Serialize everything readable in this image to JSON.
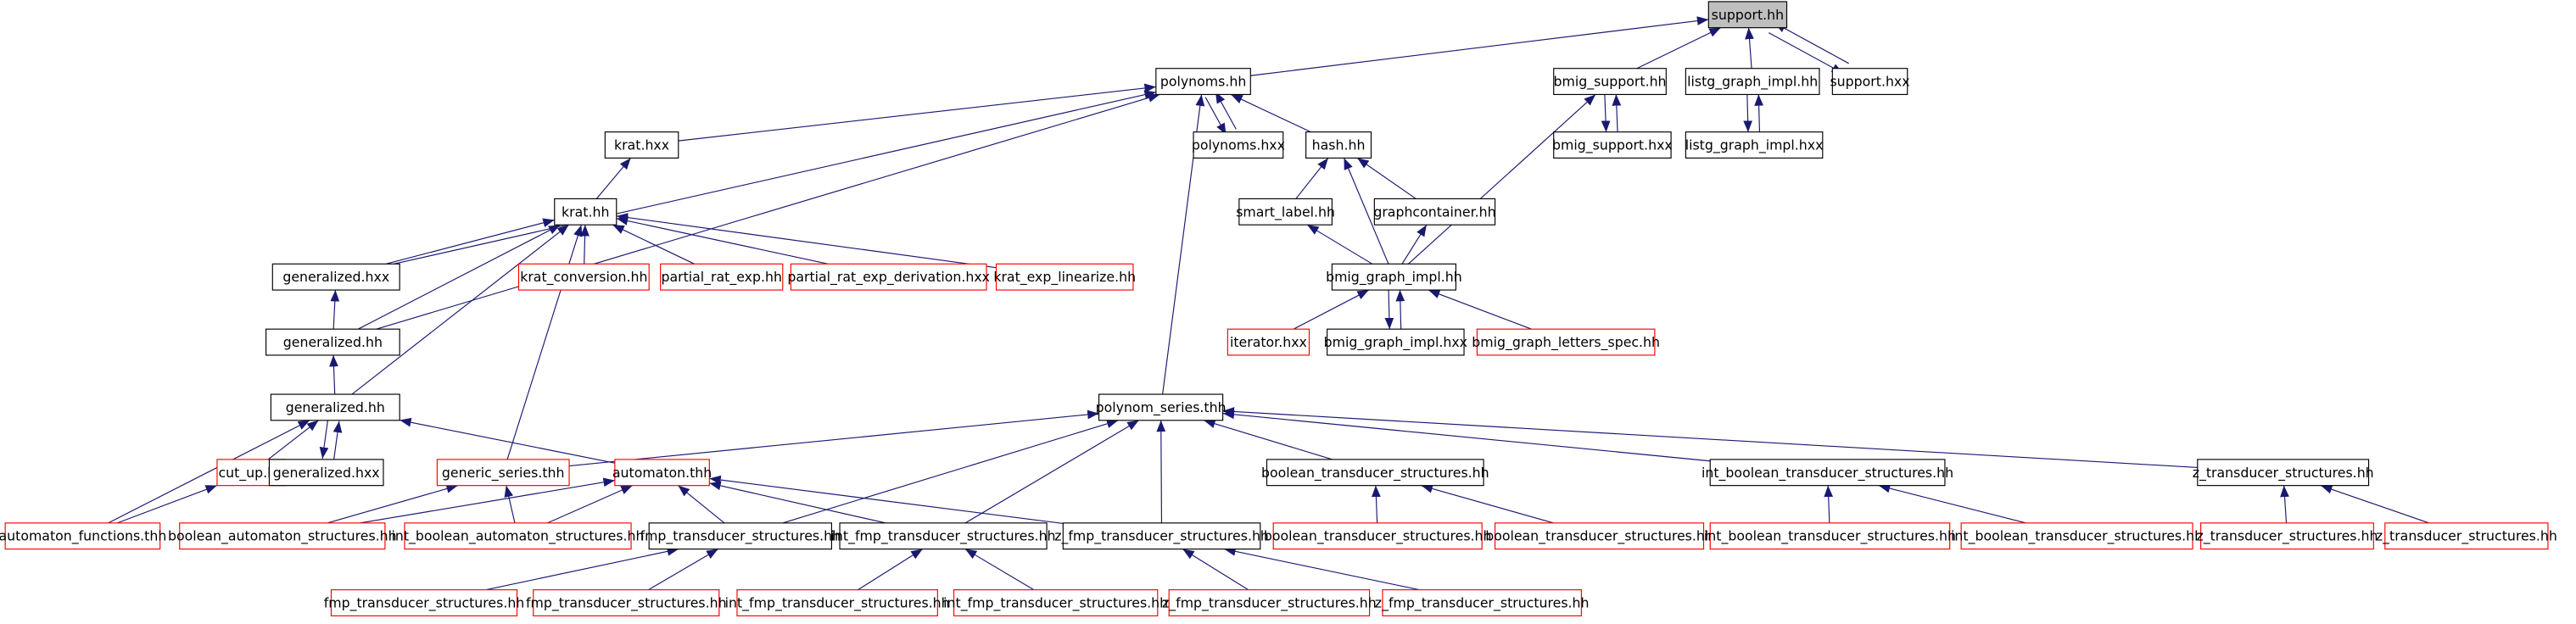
{
  "colors": {
    "edge": "#191970",
    "truncated_border": "#ff0000",
    "current_fill": "#bfbfbf"
  },
  "nodes": [
    {
      "id": "support_hh",
      "label": "support.hh",
      "style": "current"
    },
    {
      "id": "polynoms_hh",
      "label": "polynoms.hh",
      "style": "normal"
    },
    {
      "id": "bmig_support_hh",
      "label": "bmig_support.hh",
      "style": "normal"
    },
    {
      "id": "listg_graph_impl_hh",
      "label": "listg_graph_impl.hh",
      "style": "normal"
    },
    {
      "id": "support_hxx",
      "label": "support.hxx",
      "style": "normal"
    },
    {
      "id": "krat_hxx",
      "label": "krat.hxx",
      "style": "normal"
    },
    {
      "id": "polynoms_hxx",
      "label": "polynoms.hxx",
      "style": "normal"
    },
    {
      "id": "hash_hh",
      "label": "hash.hh",
      "style": "normal"
    },
    {
      "id": "bmig_support_hxx",
      "label": "bmig_support.hxx",
      "style": "normal"
    },
    {
      "id": "listg_graph_impl_hxx",
      "label": "listg_graph_impl.hxx",
      "style": "normal"
    },
    {
      "id": "krat_hh",
      "label": "krat.hh",
      "style": "normal"
    },
    {
      "id": "smart_label_hh",
      "label": "smart_label.hh",
      "style": "normal"
    },
    {
      "id": "graphcontainer_hh",
      "label": "graphcontainer.hh",
      "style": "normal"
    },
    {
      "id": "generalized_hxx_1",
      "label": "generalized.hxx",
      "style": "normal"
    },
    {
      "id": "krat_conversion_hh",
      "label": "krat_conversion.hh",
      "style": "truncated"
    },
    {
      "id": "partial_rat_exp_hh",
      "label": "partial_rat_exp.hh",
      "style": "truncated"
    },
    {
      "id": "partial_rat_exp_derivation_hxx",
      "label": "partial_rat_exp_derivation.hxx",
      "style": "truncated"
    },
    {
      "id": "krat_exp_linearize_hh",
      "label": "krat_exp_linearize.hh",
      "style": "truncated"
    },
    {
      "id": "bmig_graph_impl_hh",
      "label": "bmig_graph_impl.hh",
      "style": "normal"
    },
    {
      "id": "generalized_hh_2",
      "label": "generalized.hh",
      "style": "normal"
    },
    {
      "id": "iterator_hxx",
      "label": "iterator.hxx",
      "style": "truncated"
    },
    {
      "id": "bmig_graph_impl_hxx",
      "label": "bmig_graph_impl.hxx",
      "style": "normal"
    },
    {
      "id": "bmig_graph_letters_spec_hh",
      "label": "bmig_graph_letters_spec.hh",
      "style": "truncated"
    },
    {
      "id": "generalized_hh_3",
      "label": "generalized.hh",
      "style": "normal"
    },
    {
      "id": "polynom_series_thh",
      "label": "polynom_series.thh",
      "style": "normal"
    },
    {
      "id": "cut_up_hh",
      "label": "cut_up.hh",
      "style": "truncated"
    },
    {
      "id": "generalized_hxx_2",
      "label": "generalized.hxx",
      "style": "normal"
    },
    {
      "id": "generic_series_thh",
      "label": "generic_series.thh",
      "style": "truncated"
    },
    {
      "id": "automaton_thh",
      "label": "automaton.thh",
      "style": "truncated"
    },
    {
      "id": "boolean_transducer_structures_hh",
      "label": "boolean_transducer_structures.hh",
      "style": "normal"
    },
    {
      "id": "int_boolean_transducer_structures_hh",
      "label": "int_boolean_transducer_structures.hh",
      "style": "normal"
    },
    {
      "id": "z_transducer_structures_hh",
      "label": "z_transducer_structures.hh",
      "style": "normal"
    },
    {
      "id": "automaton_functions_thh",
      "label": "automaton_functions.thh",
      "style": "truncated"
    },
    {
      "id": "boolean_automaton_structures_hh",
      "label": "boolean_automaton_structures.hh",
      "style": "truncated"
    },
    {
      "id": "int_boolean_automaton_structures_hh",
      "label": "int_boolean_automaton_structures.hh",
      "style": "truncated"
    },
    {
      "id": "fmp_transducer_structures_hh",
      "label": "fmp_transducer_structures.hh",
      "style": "normal"
    },
    {
      "id": "int_fmp_transducer_structures_hh",
      "label": "int_fmp_transducer_structures.hh",
      "style": "normal"
    },
    {
      "id": "z_fmp_transducer_structures_hh",
      "label": "z_fmp_transducer_structures.hh",
      "style": "normal"
    },
    {
      "id": "bts_r1",
      "label": "boolean_transducer_structures.hh",
      "style": "truncated"
    },
    {
      "id": "bts_r2",
      "label": "boolean_transducer_structures.hh",
      "style": "truncated"
    },
    {
      "id": "ibts_r1",
      "label": "int_boolean_transducer_structures.hh",
      "style": "truncated"
    },
    {
      "id": "ibts_r2",
      "label": "int_boolean_transducer_structures.hh",
      "style": "truncated"
    },
    {
      "id": "zts_r1",
      "label": "z_transducer_structures.hh",
      "style": "truncated"
    },
    {
      "id": "zts_r2",
      "label": "z_transducer_structures.hh",
      "style": "truncated"
    },
    {
      "id": "fmp_r1",
      "label": "fmp_transducer_structures.hh",
      "style": "truncated"
    },
    {
      "id": "fmp_r2",
      "label": "fmp_transducer_structures.hh",
      "style": "truncated"
    },
    {
      "id": "ifmp_r1",
      "label": "int_fmp_transducer_structures.hh",
      "style": "truncated"
    },
    {
      "id": "ifmp_r2",
      "label": "int_fmp_transducer_structures.hh",
      "style": "truncated"
    },
    {
      "id": "zfmp_r1",
      "label": "z_fmp_transducer_structures.hh",
      "style": "truncated"
    },
    {
      "id": "zfmp_r2",
      "label": "z_fmp_transducer_structures.hh",
      "style": "truncated"
    }
  ],
  "edges": [
    [
      "polynoms_hh",
      "support_hh"
    ],
    [
      "bmig_support_hh",
      "support_hh"
    ],
    [
      "listg_graph_impl_hh",
      "support_hh"
    ],
    [
      "support_hxx",
      "support_hh"
    ],
    [
      "support_hh",
      "support_hxx"
    ],
    [
      "krat_hxx",
      "polynoms_hh"
    ],
    [
      "polynoms_hxx",
      "polynoms_hh"
    ],
    [
      "polynoms_hh",
      "polynoms_hxx"
    ],
    [
      "hash_hh",
      "polynoms_hh"
    ],
    [
      "generalized_hxx_1",
      "polynoms_hh"
    ],
    [
      "generalized_hh_2",
      "polynoms_hh"
    ],
    [
      "polynom_series_thh",
      "polynoms_hh"
    ],
    [
      "bmig_support_hxx",
      "bmig_support_hh"
    ],
    [
      "bmig_support_hh",
      "bmig_support_hxx"
    ],
    [
      "bmig_graph_impl_hh",
      "bmig_support_hh"
    ],
    [
      "listg_graph_impl_hxx",
      "listg_graph_impl_hh"
    ],
    [
      "listg_graph_impl_hh",
      "listg_graph_impl_hxx"
    ],
    [
      "krat_hh",
      "krat_hxx"
    ],
    [
      "smart_label_hh",
      "hash_hh"
    ],
    [
      "graphcontainer_hh",
      "hash_hh"
    ],
    [
      "bmig_graph_impl_hh",
      "hash_hh"
    ],
    [
      "generalized_hxx_1",
      "krat_hh"
    ],
    [
      "generalized_hh_2",
      "krat_hh"
    ],
    [
      "generalized_hh_3",
      "krat_hh"
    ],
    [
      "krat_conversion_hh",
      "krat_hh"
    ],
    [
      "partial_rat_exp_hh",
      "krat_hh"
    ],
    [
      "partial_rat_exp_derivation_hxx",
      "krat_hh"
    ],
    [
      "krat_exp_linearize_hh",
      "krat_hh"
    ],
    [
      "generic_series_thh",
      "krat_hh"
    ],
    [
      "bmig_graph_impl_hh",
      "smart_label_hh"
    ],
    [
      "bmig_graph_impl_hh",
      "graphcontainer_hh"
    ],
    [
      "generalized_hh_2",
      "generalized_hxx_1"
    ],
    [
      "iterator_hxx",
      "bmig_graph_impl_hh"
    ],
    [
      "bmig_graph_impl_hxx",
      "bmig_graph_impl_hh"
    ],
    [
      "bmig_graph_impl_hh",
      "bmig_graph_impl_hxx"
    ],
    [
      "bmig_graph_letters_spec_hh",
      "bmig_graph_impl_hh"
    ],
    [
      "generalized_hh_3",
      "generalized_hh_2"
    ],
    [
      "cut_up_hh",
      "generalized_hh_3"
    ],
    [
      "generalized_hxx_2",
      "generalized_hh_3"
    ],
    [
      "generalized_hh_3",
      "generalized_hxx_2"
    ],
    [
      "automaton_thh",
      "generalized_hh_3"
    ],
    [
      "automaton_functions_thh",
      "generalized_hh_3"
    ],
    [
      "generic_series_thh",
      "polynom_series_thh"
    ],
    [
      "boolean_transducer_structures_hh",
      "polynom_series_thh"
    ],
    [
      "int_boolean_transducer_structures_hh",
      "polynom_series_thh"
    ],
    [
      "z_transducer_structures_hh",
      "polynom_series_thh"
    ],
    [
      "fmp_transducer_structures_hh",
      "polynom_series_thh"
    ],
    [
      "int_fmp_transducer_structures_hh",
      "polynom_series_thh"
    ],
    [
      "z_fmp_transducer_structures_hh",
      "polynom_series_thh"
    ],
    [
      "automaton_functions_thh",
      "cut_up_hh"
    ],
    [
      "boolean_automaton_structures_hh",
      "generic_series_thh"
    ],
    [
      "int_boolean_automaton_structures_hh",
      "generic_series_thh"
    ],
    [
      "boolean_automaton_structures_hh",
      "automaton_thh"
    ],
    [
      "int_boolean_automaton_structures_hh",
      "automaton_thh"
    ],
    [
      "fmp_transducer_structures_hh",
      "automaton_thh"
    ],
    [
      "int_fmp_transducer_structures_hh",
      "automaton_thh"
    ],
    [
      "z_fmp_transducer_structures_hh",
      "automaton_thh"
    ],
    [
      "bts_r1",
      "boolean_transducer_structures_hh"
    ],
    [
      "bts_r2",
      "boolean_transducer_structures_hh"
    ],
    [
      "ibts_r1",
      "int_boolean_transducer_structures_hh"
    ],
    [
      "ibts_r2",
      "int_boolean_transducer_structures_hh"
    ],
    [
      "zts_r1",
      "z_transducer_structures_hh"
    ],
    [
      "zts_r2",
      "z_transducer_structures_hh"
    ],
    [
      "fmp_r1",
      "fmp_transducer_structures_hh"
    ],
    [
      "fmp_r2",
      "fmp_transducer_structures_hh"
    ],
    [
      "ifmp_r1",
      "int_fmp_transducer_structures_hh"
    ],
    [
      "ifmp_r2",
      "int_fmp_transducer_structures_hh"
    ],
    [
      "zfmp_r1",
      "z_fmp_transducer_structures_hh"
    ],
    [
      "zfmp_r2",
      "z_fmp_transducer_structures_hh"
    ]
  ]
}
